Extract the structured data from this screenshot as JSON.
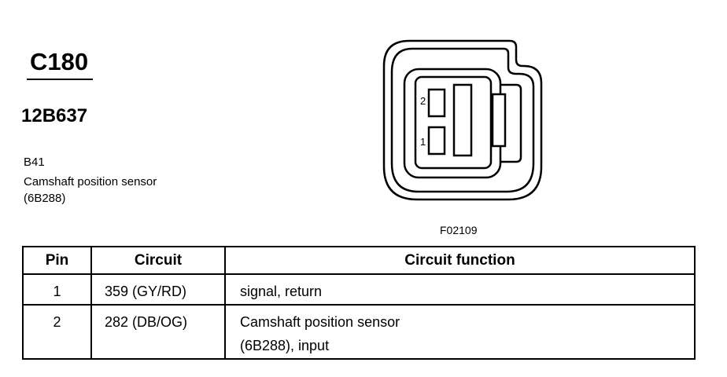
{
  "header": {
    "connector_id": "C180",
    "part_number": "12B637",
    "location_code": "B41",
    "component": "Camshaft position sensor (6B288)"
  },
  "figure": {
    "code": "F02109",
    "pin_labels": [
      "2",
      "1"
    ]
  },
  "table": {
    "headers": [
      "Pin",
      "Circuit",
      "Circuit function"
    ],
    "rows": [
      {
        "pin": "1",
        "circuit": "359 (GY/RD)",
        "function_line1": "signal, return",
        "function_line2": ""
      },
      {
        "pin": "2",
        "circuit": "282 (DB/OG)",
        "function_line1": "Camshaft position sensor",
        "function_line2": "(6B288), input"
      }
    ]
  }
}
